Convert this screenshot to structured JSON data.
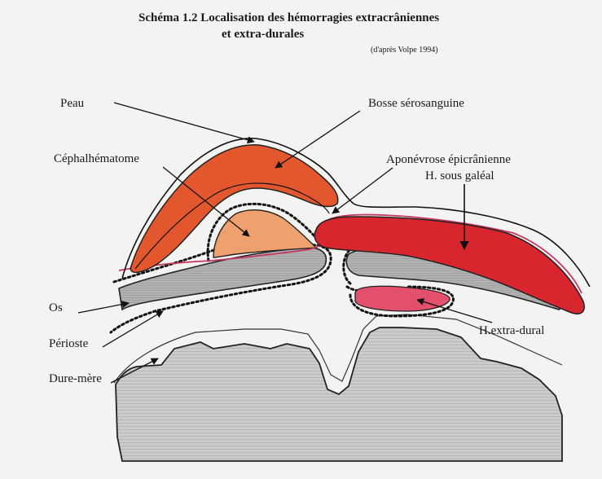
{
  "title": {
    "line1": "Schéma 1.2  Localisation des hémorragies extracrâniennes",
    "line2": "et extra-durales",
    "source": "(d'après Volpe 1994)"
  },
  "labels": {
    "peau": "Peau",
    "bosse": "Bosse sérosanguine",
    "cephal": "Céphalhématome",
    "aponevrose": "Aponévrose épicrânienne",
    "sous_galeal": "H. sous galéal",
    "os": "Os",
    "perioste": "Périoste",
    "dure_mere": "Dure-mère",
    "extra_dural": "H.extra-dural"
  },
  "colors": {
    "background": "#f3f3f1",
    "bosse_serosanguine": "#e3572f",
    "cephalhematome": "#eea06e",
    "sous_galeal": "#d8262e",
    "extra_dural": "#e2506b",
    "bone": "#b3b3b3",
    "brain": "#c9c9c9",
    "aponevrose_line": "#c4365e"
  }
}
